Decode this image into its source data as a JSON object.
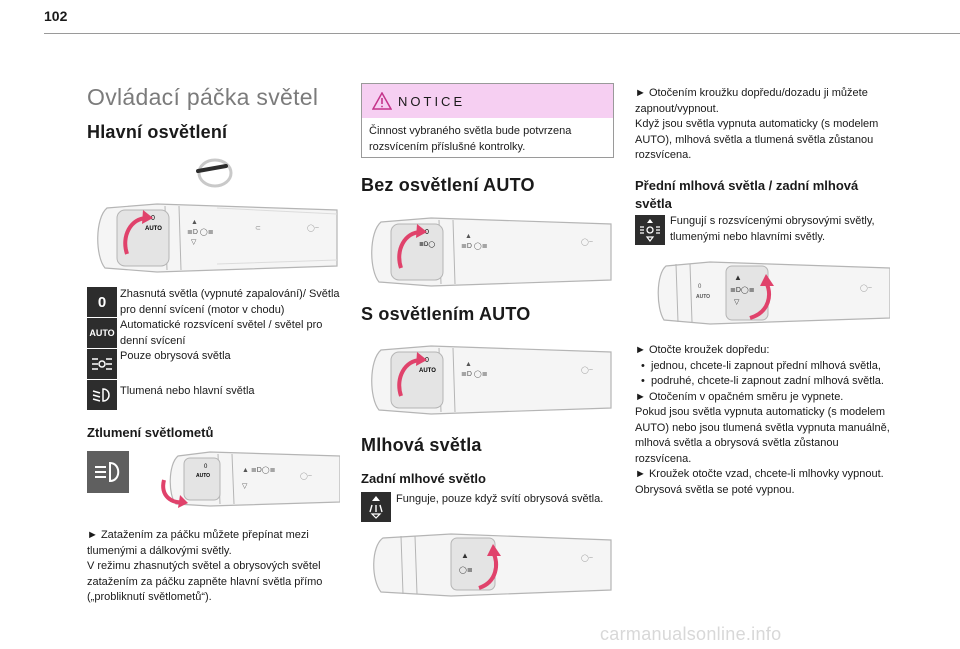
{
  "page_number": "102",
  "title": "Ovládací páčka světel",
  "col1": {
    "heading_main": "Hlavní osvětlení",
    "legend": [
      {
        "icon": "zero-icon",
        "text": "Zhasnutá světla (vypnuté zapalování)/ Světla pro denní svícení (motor v chodu)"
      },
      {
        "icon": "auto-icon",
        "text": "Automatické rozsvícení světel / světel pro denní svícení"
      },
      {
        "icon": "sidelights-icon",
        "text": "Pouze obrysová světla"
      },
      {
        "icon": "dipped-beam-icon",
        "text": "Tlumená nebo hlavní světla"
      }
    ],
    "heading_dip": "Ztlumení světlometů",
    "dip_text": [
      "► Zatažením za páčku můžete přepínat mezi tlumenými a dálkovými světly.",
      "V režimu zhasnutých světel a obrysových světel zatažením za páčku zapněte hlavní světla přímo („probliknutí světlometů“)."
    ]
  },
  "notice": {
    "label": "NOTICE",
    "text": "Činnost vybraného světla bude potvrzena rozsvícením příslušné kontrolky."
  },
  "col2": {
    "heading_no_auto": "Bez osvětlení AUTO",
    "heading_auto": "S osvětlením AUTO",
    "heading_fog": "Mlhová světla",
    "subheading_rear_fog": "Zadní mlhové světlo",
    "rear_fog_text": "Funguje, pouze když svítí obrysová světla."
  },
  "col3": {
    "intro": [
      "► Otočením kroužku dopředu/dozadu ji můžete zapnout/vypnout.",
      "Když jsou světla vypnuta automaticky (s modelem AUTO), mlhová světla a tlumená světla zůstanou rozsvícena."
    ],
    "heading_front_rear_fog": "Přední mlhová světla / zadní mlhová světla",
    "front_fog_text": "Fungují s rozsvícenými obrysovými světly, tlumenými nebo hlavními světly.",
    "steps": {
      "turn_forward": "► Otočte kroužek dopředu:",
      "bullets": [
        "jednou, chcete-li zapnout přední mlhová světla,",
        "podruhé, chcete-li zapnout zadní mlhová světla."
      ],
      "opposite": "► Otočením v opačném směru je vypnete.",
      "auto_note": "Pokud jsou světla vypnuta automaticky (s modelem AUTO) nebo jsou tlumená světla vypnuta manuálně, mlhová světla a obrysová světla zůstanou rozsvícena.",
      "back": "► Kroužek otočte vzad, chcete-li mlhovky vypnout. Obrysová světla se poté vypnou."
    }
  },
  "stalk_labels": {
    "zero": "0",
    "auto": "AUTO"
  },
  "footer": "carmanualsonline.info"
}
